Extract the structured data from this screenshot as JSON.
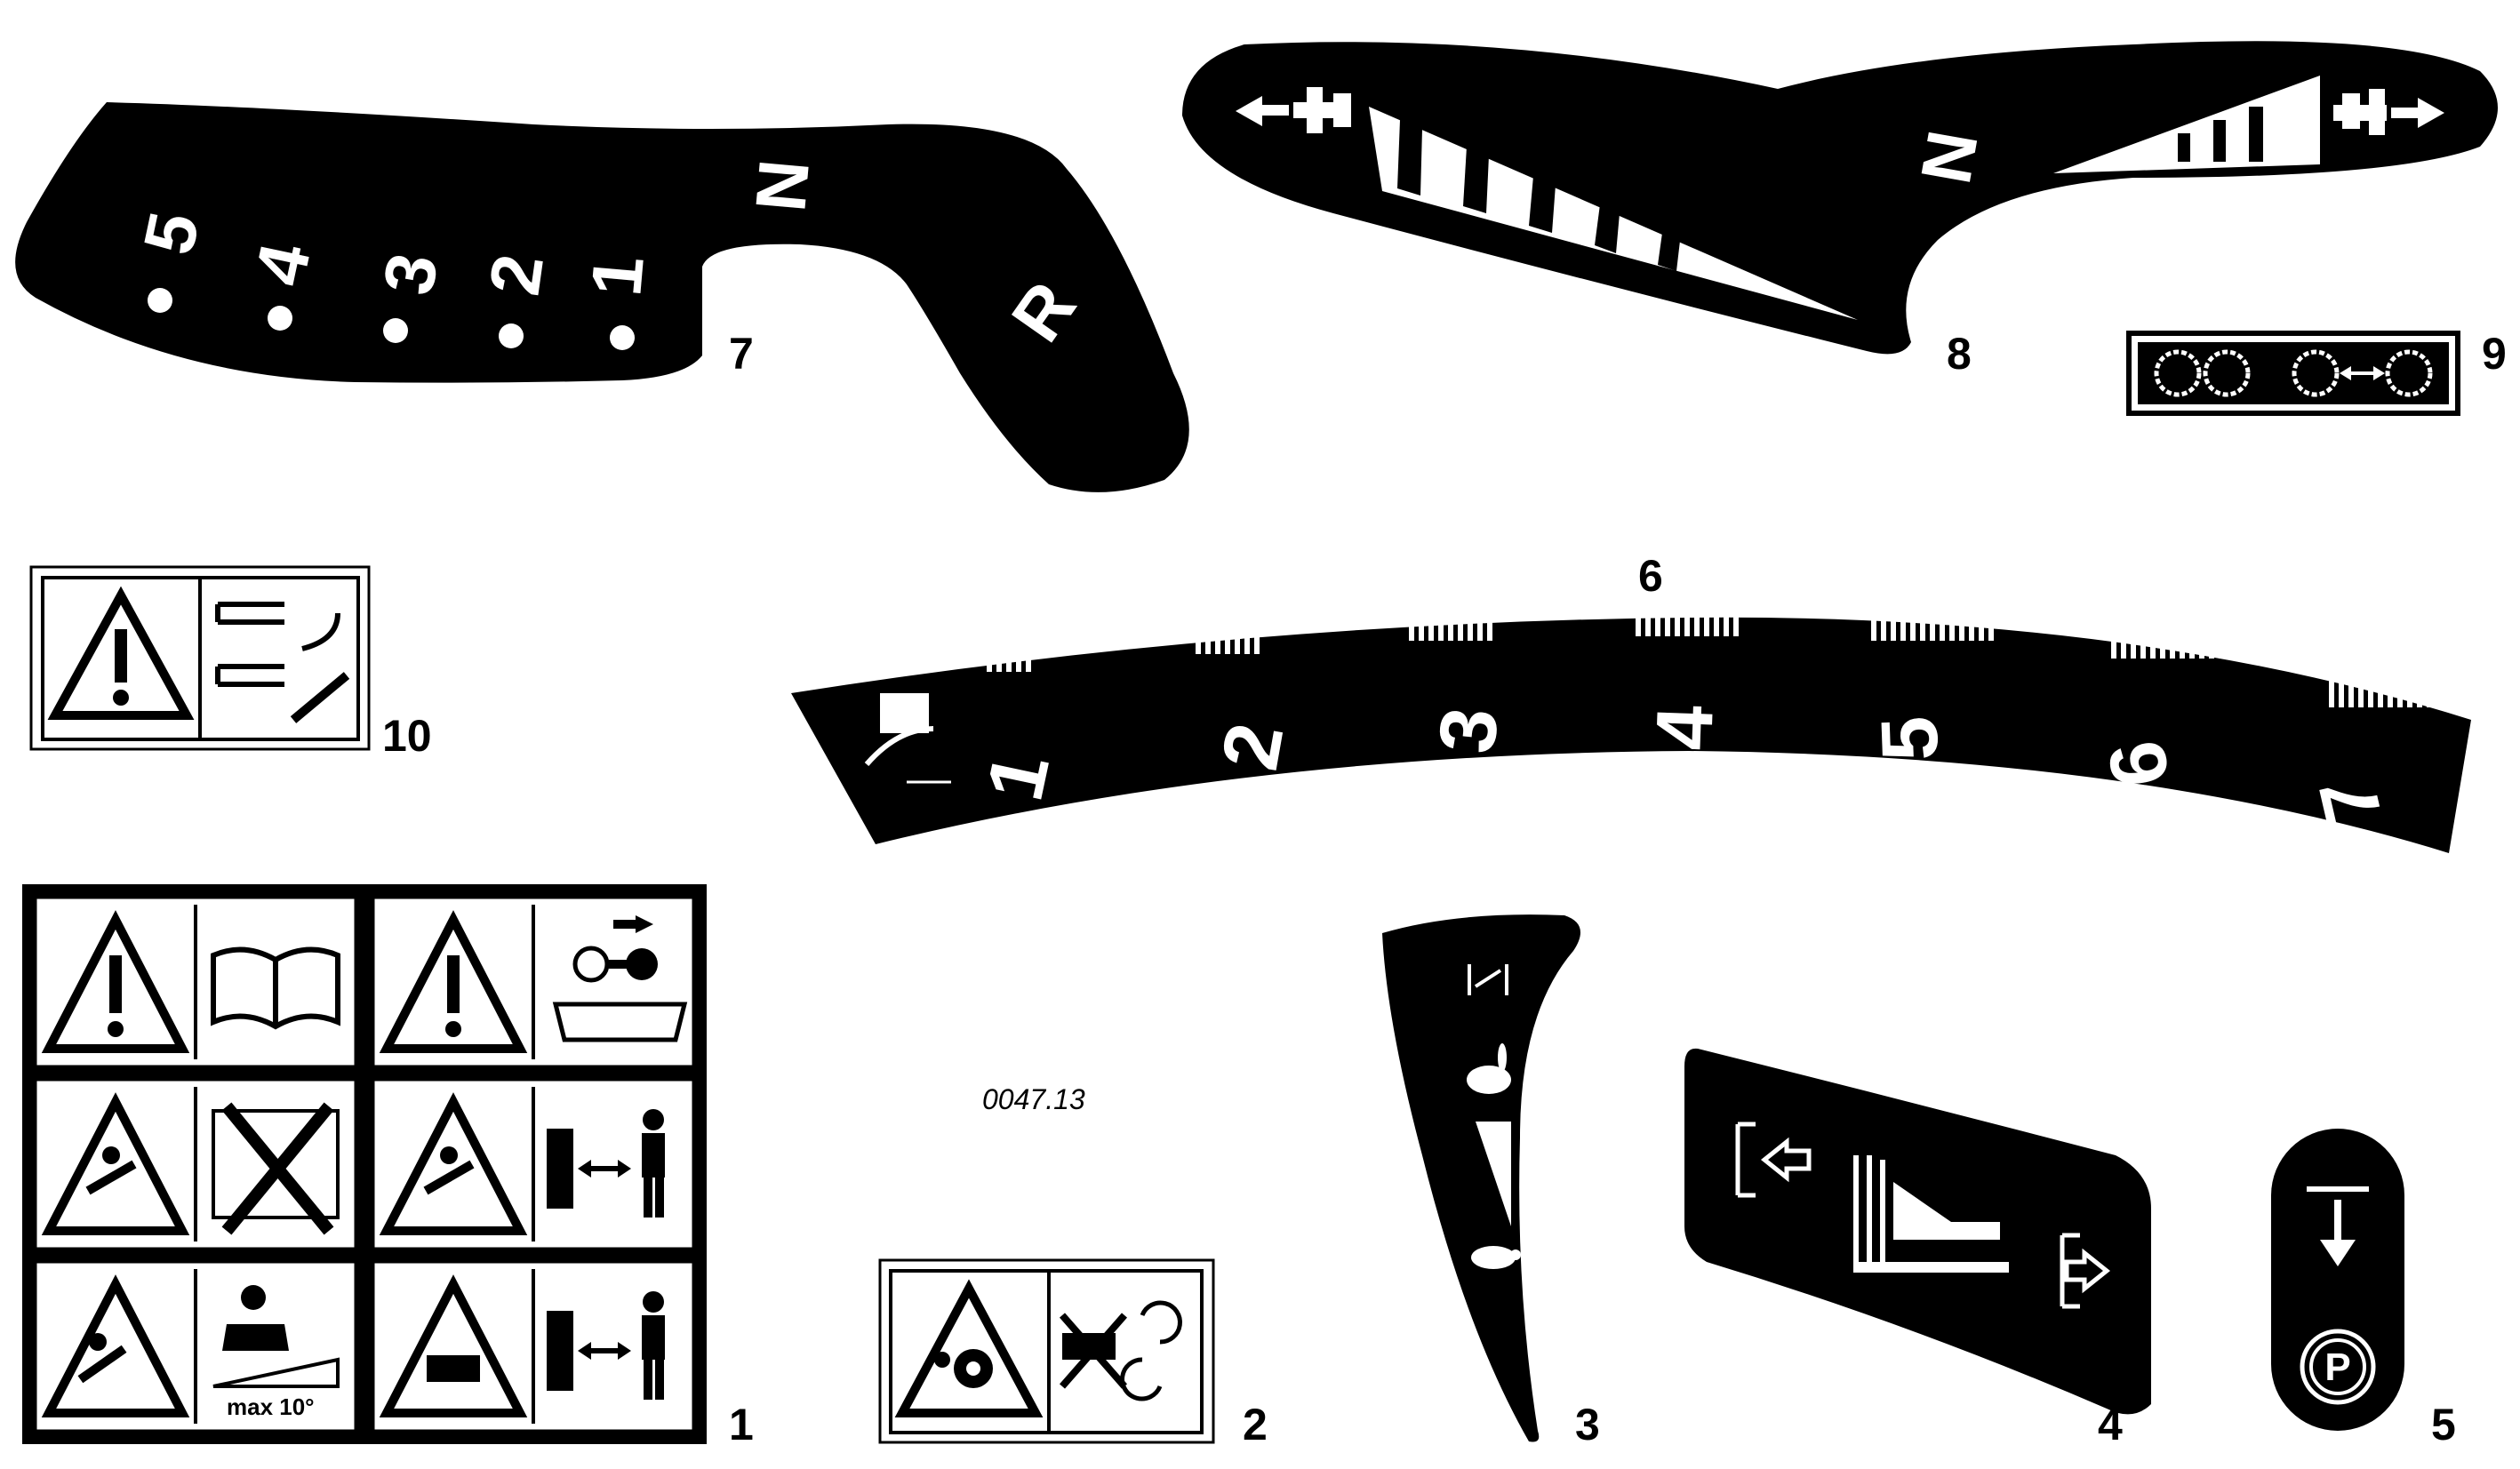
{
  "drawing_code": "0047.13",
  "callouts": {
    "c1": "1",
    "c2": "2",
    "c3": "3",
    "c4": "4",
    "c5": "5",
    "c6": "6",
    "c7": "7",
    "c8": "8",
    "c9": "9",
    "c10": "10"
  },
  "decal_7": {
    "gears": [
      "5",
      "4",
      "3",
      "2",
      "1"
    ],
    "neutral": "N",
    "reverse": "R"
  },
  "decal_8": {
    "neutral": "N"
  },
  "decal_6": {
    "scale": [
      "1",
      "2",
      "3",
      "4",
      "5",
      "6",
      "7"
    ]
  },
  "decal_1": {
    "slope_text": "max 10°"
  },
  "decal_5": {
    "park": "P"
  },
  "icons": [
    "warning-triangle-icon",
    "manual-book-icon",
    "key-removal-icon",
    "slip-fall-icon",
    "prohibited-passenger-icon",
    "safety-distance-icon",
    "slope-rollover-icon",
    "entanglement-icon",
    "rabbit-fast-icon",
    "turtle-slow-icon",
    "parking-brake-icon",
    "gear-engage-icon"
  ]
}
